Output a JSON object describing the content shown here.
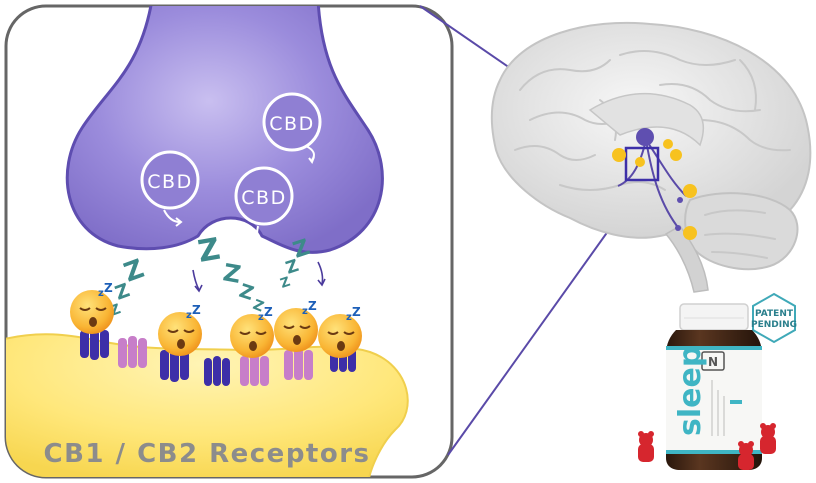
{
  "diagram": {
    "caption": "CB1 / CB2 Receptors",
    "molecules": [
      "CBD",
      "CBD",
      "CBD"
    ],
    "sleep_glyph": "Z",
    "badge": {
      "line1": "PATENT",
      "line2": "PENDING"
    },
    "bottle": {
      "brand_mark": "N",
      "product": "sleep"
    }
  },
  "colors": {
    "neuron_purple": "#8f7fd3",
    "neuron_dark": "#5f4fb0",
    "receptor_yellow": "#ffe77a",
    "receptor_blue": "#3d2fa8",
    "receptor_pink": "#c77ec9",
    "zzz_teal": "#3d8a8a",
    "bottle_brown": "#3b2416",
    "label_teal": "#3fb5c4",
    "gummy_red": "#d6262e",
    "brain_node_yellow": "#f7c21f",
    "caption_gray": "#8c8c8c"
  }
}
